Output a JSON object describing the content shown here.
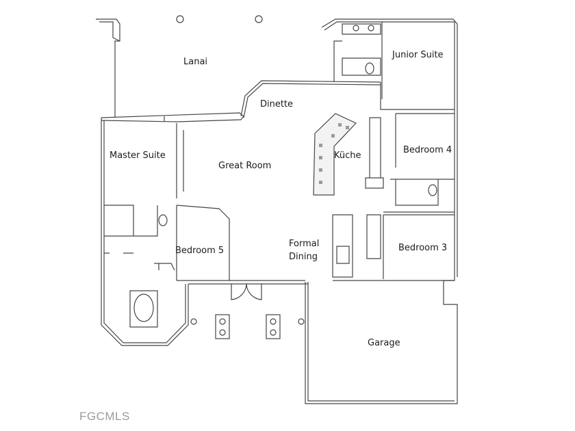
{
  "rooms": {
    "lanai": "Lanai",
    "dinette": "Dinette",
    "junior_suite": "Junior Suite",
    "master_suite": "Master Suite",
    "great_room": "Great Room",
    "kuche": "Küche",
    "bedroom_4": "Bedroom 4",
    "bedroom_5": "Bedroom 5",
    "formal_dining_line1": "Formal",
    "formal_dining_line2": "Dining",
    "bedroom_3": "Bedroom 3",
    "garage": "Garage"
  },
  "watermark": "FGCMLS",
  "colors": {
    "wall": "#444444",
    "fixture": "#666666",
    "hatch": "#9a9a9a"
  }
}
